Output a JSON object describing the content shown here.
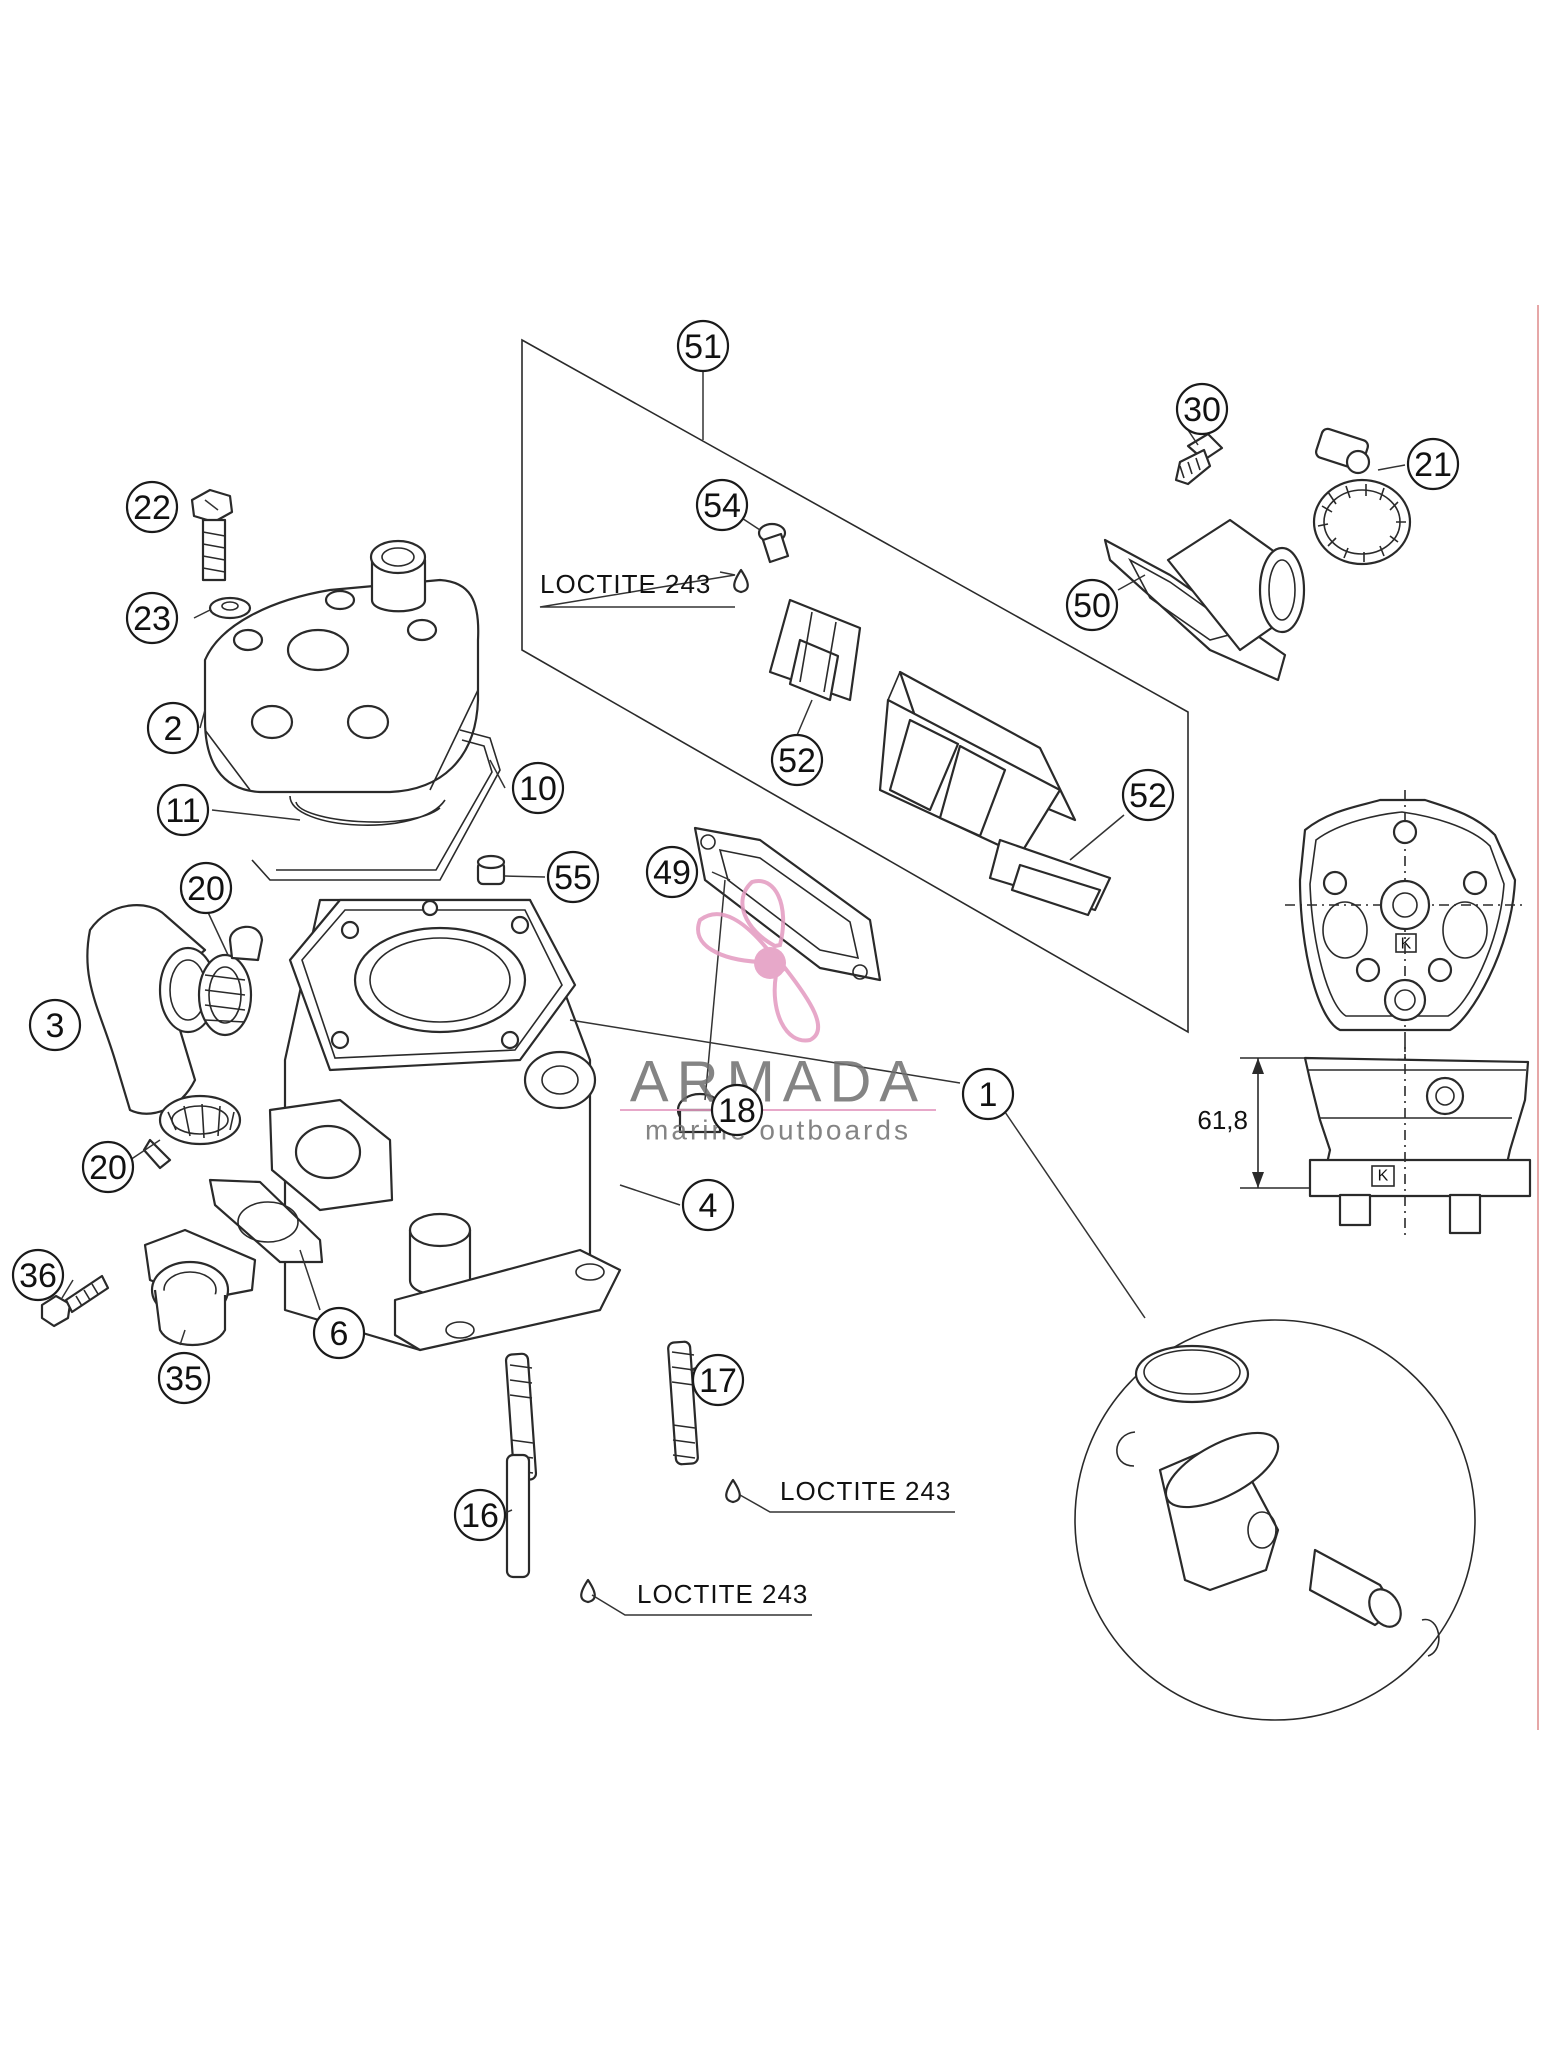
{
  "callouts": [
    {
      "id": "c1",
      "label": "1"
    },
    {
      "id": "c2",
      "label": "2"
    },
    {
      "id": "c3",
      "label": "3"
    },
    {
      "id": "c4",
      "label": "4"
    },
    {
      "id": "c6",
      "label": "6"
    },
    {
      "id": "c10",
      "label": "10"
    },
    {
      "id": "c11",
      "label": "11"
    },
    {
      "id": "c16",
      "label": "16"
    },
    {
      "id": "c17",
      "label": "17"
    },
    {
      "id": "c18",
      "label": "18"
    },
    {
      "id": "c20a",
      "label": "20"
    },
    {
      "id": "c20b",
      "label": "20"
    },
    {
      "id": "c21",
      "label": "21"
    },
    {
      "id": "c22",
      "label": "22"
    },
    {
      "id": "c23",
      "label": "23"
    },
    {
      "id": "c30",
      "label": "30"
    },
    {
      "id": "c35",
      "label": "35"
    },
    {
      "id": "c36",
      "label": "36"
    },
    {
      "id": "c49",
      "label": "49"
    },
    {
      "id": "c50",
      "label": "50"
    },
    {
      "id": "c51",
      "label": "51"
    },
    {
      "id": "c52a",
      "label": "52"
    },
    {
      "id": "c52b",
      "label": "52"
    },
    {
      "id": "c54",
      "label": "54"
    },
    {
      "id": "c55",
      "label": "55"
    }
  ],
  "notes": {
    "loctite_1": "LOCTITE 243",
    "loctite_2": "LOCTITE 243",
    "loctite_3": "LOCTITE 243"
  },
  "dimension": {
    "height_label": "61,8",
    "marking_letter": "K"
  },
  "watermark": {
    "name": "ARMADA",
    "tagline": "marine outboards",
    "logo_icon": "propeller-icon",
    "accent_color": "#e39ac0",
    "text_color": "#6f6f6f"
  }
}
